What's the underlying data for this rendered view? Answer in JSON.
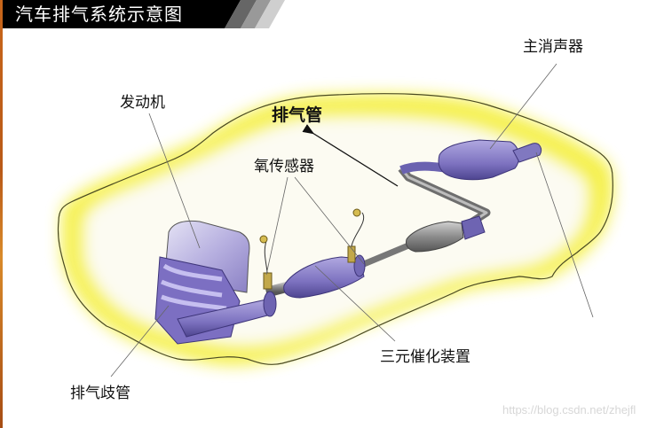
{
  "header": {
    "title": "汽车排气系统示意图"
  },
  "diagram": {
    "subject": "car exhaust system",
    "colors": {
      "car_glow": "#f4ef3a",
      "car_outline": "#3a3a1a",
      "component_fill": "#8f86c9",
      "component_dark": "#5a5096",
      "pipe": "#8a8a8a",
      "banner_bg": "#000000",
      "left_strip": "#c0601a"
    },
    "labels": [
      {
        "id": "engine",
        "text": "发动机"
      },
      {
        "id": "exhaust-pipe",
        "text": "排气管"
      },
      {
        "id": "oxygen-sensor",
        "text": "氧传感器"
      },
      {
        "id": "main-muffler",
        "text": "主消声器"
      },
      {
        "id": "catalytic-converter",
        "text": "三元催化装置"
      },
      {
        "id": "exhaust-manifold",
        "text": "排气歧管"
      }
    ]
  },
  "watermark": "https://blog.csdn.net/zhejfl"
}
